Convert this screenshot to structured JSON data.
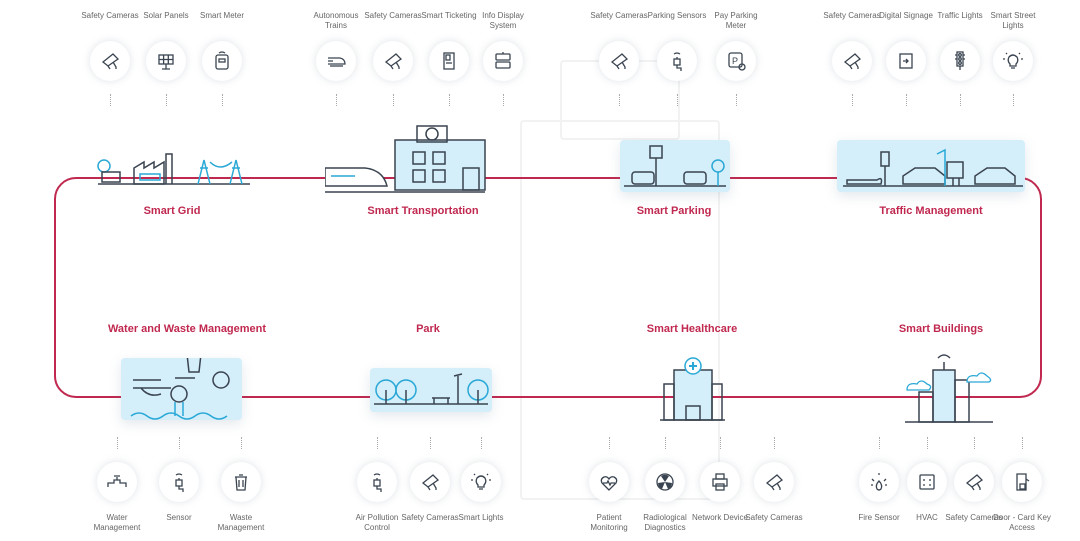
{
  "colors": {
    "accent": "#c0284f",
    "illustration_bg": "#d4eefa",
    "icon_stroke": "#3a4450",
    "illustration_stroke": "#2aa8d6"
  },
  "groups": [
    {
      "id": "smart-grid",
      "title": "Smart Grid",
      "position": "top",
      "devices": [
        {
          "label": "Safety Cameras",
          "icon": "camera-icon"
        },
        {
          "label": "Solar Panels",
          "icon": "solar-panel-icon"
        },
        {
          "label": "Smart Meter",
          "icon": "meter-icon"
        }
      ]
    },
    {
      "id": "smart-transportation",
      "title": "Smart Transportation",
      "position": "top",
      "devices": [
        {
          "label": "Autonomous Trains",
          "icon": "train-icon"
        },
        {
          "label": "Safety Cameras",
          "icon": "camera-icon"
        },
        {
          "label": "Smart Ticketing",
          "icon": "ticket-machine-icon"
        },
        {
          "label": "Info Display System",
          "icon": "display-icon"
        }
      ]
    },
    {
      "id": "smart-parking",
      "title": "Smart Parking",
      "position": "top",
      "devices": [
        {
          "label": "Safety Cameras",
          "icon": "camera-icon"
        },
        {
          "label": "Parking Sensors",
          "icon": "sensor-icon"
        },
        {
          "label": "Pay Parking Meter",
          "icon": "parking-meter-icon"
        }
      ]
    },
    {
      "id": "traffic-management",
      "title": "Traffic Management",
      "position": "top",
      "devices": [
        {
          "label": "Safety Cameras",
          "icon": "camera-icon"
        },
        {
          "label": "Digital Signage",
          "icon": "signage-icon"
        },
        {
          "label": "Traffic Lights",
          "icon": "traffic-light-icon"
        },
        {
          "label": "Smart Street Lights",
          "icon": "bulb-icon"
        }
      ]
    },
    {
      "id": "water-waste",
      "title": "Water and Waste Management",
      "position": "bottom",
      "devices": [
        {
          "label": "Water Management",
          "icon": "pipe-icon"
        },
        {
          "label": "Sensor",
          "icon": "sensor-icon"
        },
        {
          "label": "Waste Management",
          "icon": "trash-icon"
        }
      ]
    },
    {
      "id": "park",
      "title": "Park",
      "position": "bottom",
      "devices": [
        {
          "label": "Air Pollution Control",
          "icon": "sensor-icon"
        },
        {
          "label": "Safety Cameras",
          "icon": "camera-icon"
        },
        {
          "label": "Smart Lights",
          "icon": "bulb-icon"
        }
      ]
    },
    {
      "id": "smart-healthcare",
      "title": "Smart Healthcare",
      "position": "bottom",
      "devices": [
        {
          "label": "Patient Monitoring",
          "icon": "heart-monitor-icon"
        },
        {
          "label": "Radiological Diagnostics",
          "icon": "radiation-icon"
        },
        {
          "label": "Network Device",
          "icon": "printer-icon"
        },
        {
          "label": "Safety Cameras",
          "icon": "camera-icon"
        }
      ]
    },
    {
      "id": "smart-buildings",
      "title": "Smart Buildings",
      "position": "bottom",
      "devices": [
        {
          "label": "Fire Sensor",
          "icon": "fire-sensor-icon"
        },
        {
          "label": "HVAC",
          "icon": "hvac-icon"
        },
        {
          "label": "Safety Cameras",
          "icon": "camera-icon"
        },
        {
          "label": "Door - Card Key Access",
          "icon": "door-lock-icon"
        }
      ]
    }
  ]
}
